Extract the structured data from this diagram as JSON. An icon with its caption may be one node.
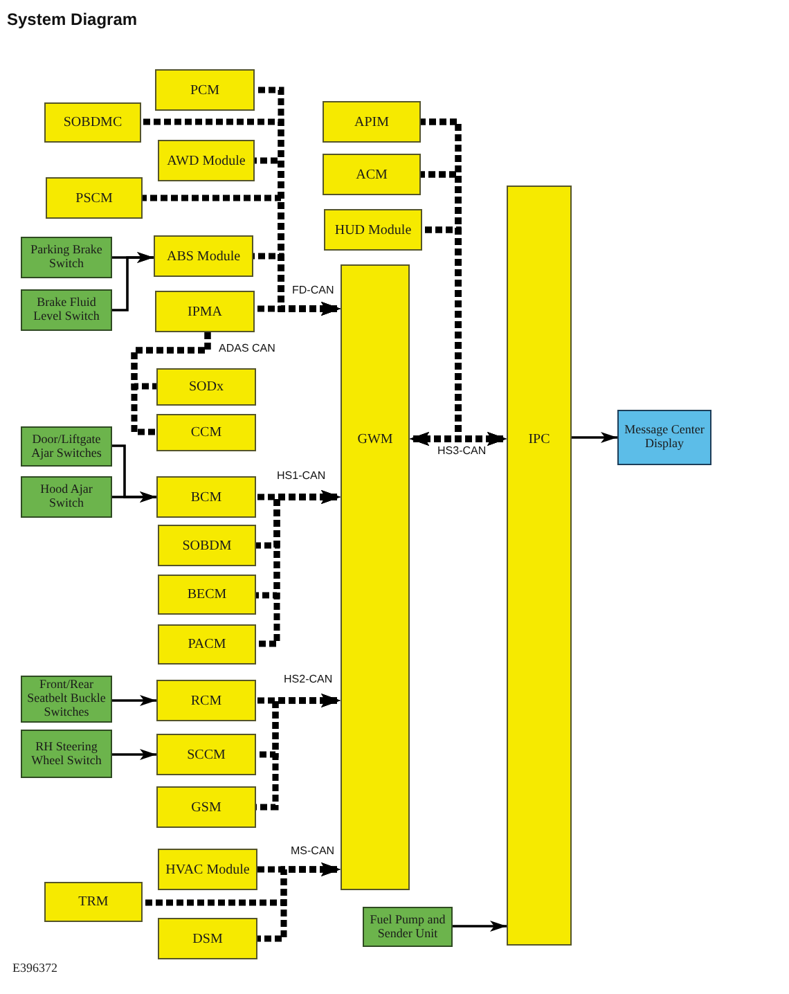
{
  "diagram": {
    "title": "System Diagram",
    "nodes": [
      {
        "text": [
          "PCM"
        ]
      },
      {
        "text": [
          "SOBDMC"
        ]
      },
      {
        "text": [
          "AWD Module"
        ]
      },
      {
        "text": [
          "PSCM"
        ]
      },
      {
        "text": [
          "Parking Brake Switch"
        ]
      },
      {
        "text": [
          "ABS Module"
        ]
      },
      {
        "text": [
          "Brake Fluid Level Switch"
        ]
      },
      {
        "text": [
          "IPMA"
        ]
      },
      {
        "text": [
          "SODx"
        ]
      },
      {
        "text": [
          "CCM"
        ]
      },
      {
        "text": [
          "Door/Liftgate Ajar Switches"
        ]
      },
      {
        "text": [
          "Hood Ajar Switch"
        ]
      },
      {
        "text": [
          "BCM"
        ]
      },
      {
        "text": [
          "SOBDM"
        ]
      },
      {
        "text": [
          "BECM"
        ]
      },
      {
        "text": [
          "PACM"
        ]
      },
      {
        "text": [
          "Front/Rear Seatbelt Buckle Switches"
        ]
      },
      {
        "text": [
          "RCM"
        ]
      },
      {
        "text": [
          "RH Steering Wheel Switch"
        ]
      },
      {
        "text": [
          "SCCM"
        ]
      },
      {
        "text": [
          "GSM"
        ]
      },
      {
        "text": [
          "HVAC Module"
        ]
      },
      {
        "text": [
          "TRM"
        ]
      },
      {
        "text": [
          "DSM"
        ]
      },
      {
        "text": [
          "APIM"
        ]
      },
      {
        "text": [
          "ACM"
        ]
      },
      {
        "text": [
          "HUD Module"
        ]
      },
      {
        "text": [
          "GWM"
        ]
      },
      {
        "text": [
          "IPC"
        ]
      },
      {
        "text": [
          "Message Center Display"
        ]
      },
      {
        "text": [
          "Fuel Pump and Sender Unit"
        ]
      }
    ],
    "edges": [
      {
        "from": 0,
        "to": 27,
        "arrow": "to",
        "style": "dashed"
      },
      {
        "from": 1,
        "to": 27,
        "arrow": "to",
        "style": "dashed"
      },
      {
        "from": 2,
        "to": 27,
        "arrow": "to",
        "style": "dashed"
      },
      {
        "from": 3,
        "to": 27,
        "arrow": "to",
        "style": "dashed"
      },
      {
        "from": 5,
        "to": 27,
        "arrow": "to",
        "style": "dashed"
      },
      {
        "from": 7,
        "to": 27,
        "arrow": "to",
        "style": "dashed",
        "label": "FD-CAN"
      },
      {
        "from": 7,
        "to": 8,
        "arrow": "none",
        "style": "dashed",
        "label": "ADAS CAN"
      },
      {
        "from": 7,
        "to": 9,
        "arrow": "none",
        "style": "dashed"
      },
      {
        "from": 4,
        "to": 5,
        "arrow": "to"
      },
      {
        "from": 6,
        "to": 5,
        "arrow": "to"
      },
      {
        "from": 12,
        "to": 27,
        "arrow": "to",
        "style": "dashed",
        "label": "HS1-CAN"
      },
      {
        "from": 13,
        "to": 27,
        "arrow": "to",
        "style": "dashed"
      },
      {
        "from": 14,
        "to": 27,
        "arrow": "to",
        "style": "dashed"
      },
      {
        "from": 15,
        "to": 27,
        "arrow": "to",
        "style": "dashed"
      },
      {
        "from": 10,
        "to": 12,
        "arrow": "to"
      },
      {
        "from": 11,
        "to": 12,
        "arrow": "to"
      },
      {
        "from": 17,
        "to": 27,
        "arrow": "to",
        "style": "dashed",
        "label": "HS2-CAN"
      },
      {
        "from": 19,
        "to": 27,
        "arrow": "to",
        "style": "dashed"
      },
      {
        "from": 20,
        "to": 27,
        "arrow": "to",
        "style": "dashed"
      },
      {
        "from": 16,
        "to": 17,
        "arrow": "to"
      },
      {
        "from": 18,
        "to": 19,
        "arrow": "to"
      },
      {
        "from": 21,
        "to": 27,
        "arrow": "to",
        "style": "dashed",
        "label": "MS-CAN"
      },
      {
        "from": 22,
        "to": 27,
        "arrow": "to",
        "style": "dashed"
      },
      {
        "from": 23,
        "to": 27,
        "arrow": "to",
        "style": "dashed"
      },
      {
        "from": 27,
        "to": 28,
        "arrow": "both",
        "style": "dashed",
        "label": "HS3-CAN"
      },
      {
        "from": 24,
        "to": 27,
        "arrow": "to",
        "style": "dashed"
      },
      {
        "from": 24,
        "to": 28,
        "arrow": "to",
        "style": "dashed"
      },
      {
        "from": 25,
        "to": 27,
        "arrow": "to",
        "style": "dashed"
      },
      {
        "from": 25,
        "to": 28,
        "arrow": "to",
        "style": "dashed"
      },
      {
        "from": 26,
        "to": 27,
        "arrow": "to",
        "style": "dashed"
      },
      {
        "from": 26,
        "to": 28,
        "arrow": "to",
        "style": "dashed"
      },
      {
        "from": 28,
        "to": 29,
        "arrow": "to"
      },
      {
        "from": 30,
        "to": 28,
        "arrow": "to"
      }
    ],
    "labels": [
      "E396372"
    ]
  }
}
